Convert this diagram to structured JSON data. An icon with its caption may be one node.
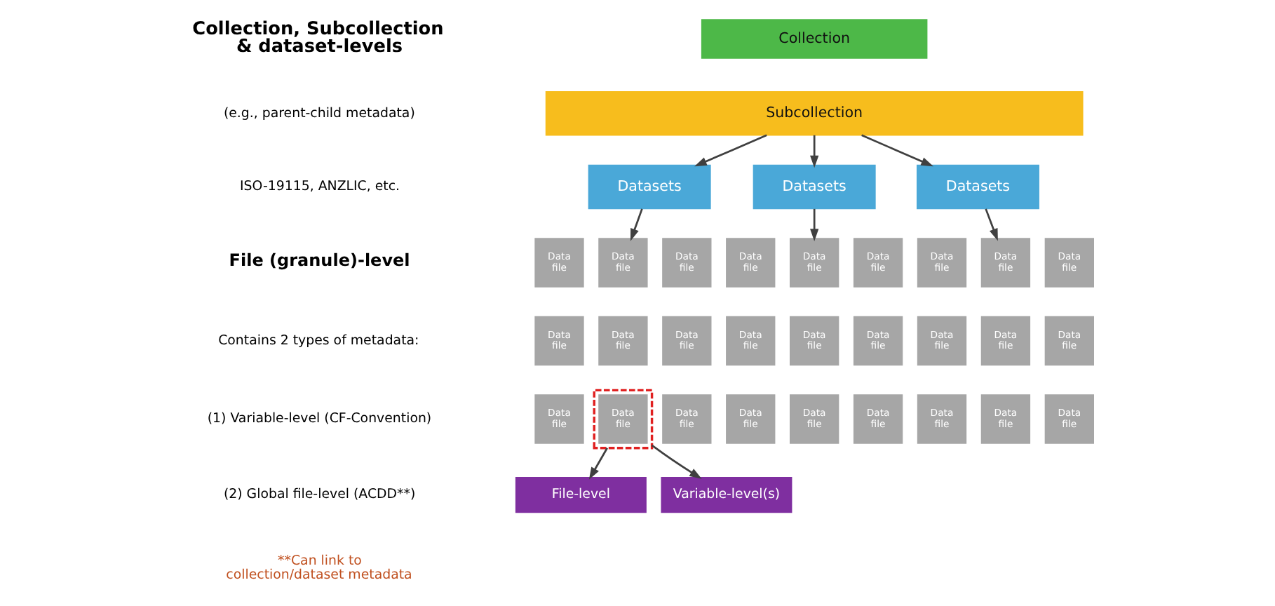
{
  "diagram": {
    "nodes": [
      {
        "text": [
          "Collection"
        ]
      },
      {
        "text": [
          "Subcollection"
        ]
      },
      {
        "text": [
          "Datasets"
        ]
      },
      {
        "text": [
          "Datasets"
        ]
      },
      {
        "text": [
          "Datasets"
        ]
      },
      {
        "text": [],
        "shape": "box"
      },
      {
        "text": [
          "Data file"
        ]
      },
      {
        "text": [
          "Data file"
        ]
      },
      {
        "text": [
          "Data file"
        ]
      },
      {
        "text": [
          "Data file"
        ]
      },
      {
        "text": [
          "Data file"
        ]
      },
      {
        "text": [
          "Data file"
        ]
      },
      {
        "text": [
          "Data file"
        ]
      },
      {
        "text": [
          "Data file"
        ]
      },
      {
        "text": [
          "Data file"
        ]
      },
      {
        "text": [
          "Data file"
        ]
      },
      {
        "text": [
          "Data file"
        ]
      },
      {
        "text": [
          "Data file"
        ]
      },
      {
        "text": [
          "Data file"
        ]
      },
      {
        "text": [
          "Data file"
        ]
      },
      {
        "text": [
          "Data file"
        ]
      },
      {
        "text": [
          "Data file"
        ]
      },
      {
        "text": [
          "Data file"
        ]
      },
      {
        "text": [
          "Data file"
        ]
      },
      {
        "text": [
          "Data file"
        ]
      },
      {
        "text": [
          "Data file"
        ],
        "in": 5
      },
      {
        "text": [
          "Data file"
        ]
      },
      {
        "text": [
          "Data file"
        ]
      },
      {
        "text": [
          "Data file"
        ]
      },
      {
        "text": [
          "Data file"
        ]
      },
      {
        "text": [
          "Data file"
        ]
      },
      {
        "text": [
          "Data file"
        ]
      },
      {
        "text": [
          "Data file"
        ]
      },
      {
        "text": [
          "File-level"
        ]
      },
      {
        "text": [
          "Variable-level(s)"
        ]
      }
    ],
    "edges": [
      {
        "from": 1,
        "to": 2,
        "arrow": "to"
      },
      {
        "from": 1,
        "to": 3,
        "arrow": "to"
      },
      {
        "from": 1,
        "to": 4,
        "arrow": "to"
      },
      {
        "from": 2,
        "to": 7,
        "arrow": "to"
      },
      {
        "from": 3,
        "to": 10,
        "arrow": "to"
      },
      {
        "from": 4,
        "to": 13,
        "arrow": "to"
      },
      {
        "from": 5,
        "to": 33,
        "arrow": "to"
      },
      {
        "from": 5,
        "to": 34,
        "arrow": "to"
      }
    ],
    "labels": [
      "Collection, Subcollection & dataset-levels",
      "(e.g., parent-child metadata)",
      "ISO-19115, ANZLIC, etc.",
      "File (granule)-level",
      "Contains 2 types of metadata:",
      "(1) Variable-level (CF-Convention)",
      "(2) Global file-level (ACDD**)",
      "**Can link to collection/dataset metadata"
    ]
  }
}
